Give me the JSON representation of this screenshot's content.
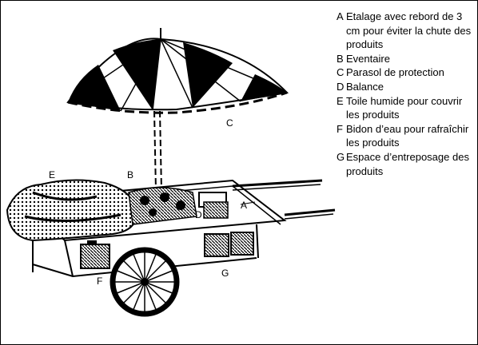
{
  "legend": [
    {
      "letter": "A",
      "text": "Etalage avec rebord de 3 cm pour éviter la chute des produits"
    },
    {
      "letter": "B",
      "text": "Eventaire"
    },
    {
      "letter": "C",
      "text": "Parasol de protection"
    },
    {
      "letter": "D",
      "text": "Balance"
    },
    {
      "letter": "E",
      "text": "Toile humide pour couvrir les produits"
    },
    {
      "letter": "F",
      "text": "Bidon d’eau pour rafraîchir les produits"
    },
    {
      "letter": "G",
      "text": "Espace d’entreposage des produits"
    }
  ],
  "labels": {
    "a": "A",
    "b": "B",
    "c": "C",
    "d": "D",
    "e": "E",
    "f": "F",
    "g": "G"
  },
  "colors": {
    "ink": "#000000",
    "paper": "#ffffff"
  }
}
